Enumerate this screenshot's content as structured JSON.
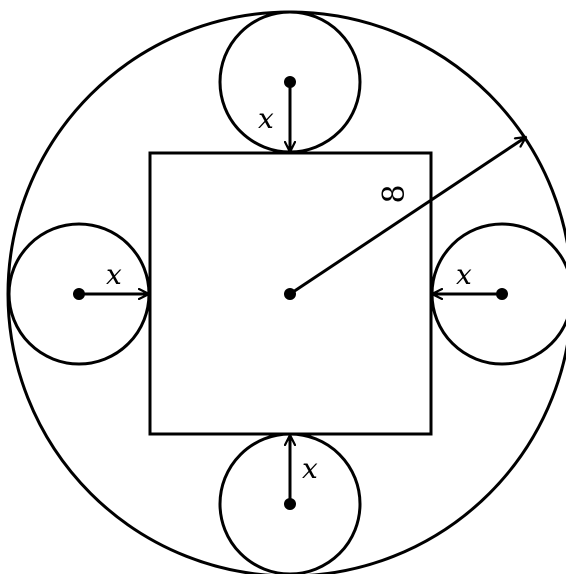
{
  "labels": {
    "top": "x",
    "left": "x",
    "right": "x",
    "bottom": "x",
    "radius": "8"
  }
}
